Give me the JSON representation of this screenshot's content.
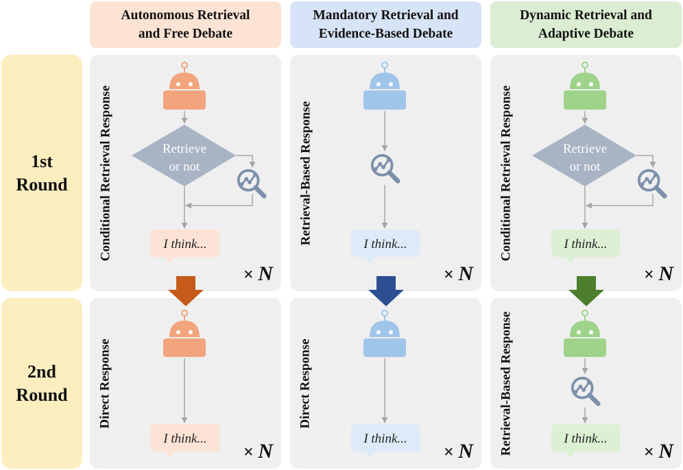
{
  "columns": [
    {
      "title": "Autonomous Retrieval\nand Free Debate",
      "color": "#f2a47c",
      "header_bg": "#fde3d3",
      "bubble_bg": "#fce3d5",
      "arrow_color": "#c55a1a"
    },
    {
      "title": "Mandatory Retrieval and\nEvidence-Based Debate",
      "color": "#9fc5ea",
      "header_bg": "#d7e3f6",
      "bubble_bg": "#ddebf8",
      "arrow_color": "#2d4f91"
    },
    {
      "title": "Dynamic Retrieval and\nAdaptive Debate",
      "color": "#9ed389",
      "header_bg": "#dbedd2",
      "bubble_bg": "#dcf0d3",
      "arrow_color": "#4c7e2c"
    }
  ],
  "rounds": [
    {
      "label": "1st\nRound"
    },
    {
      "label": "2nd\nRound"
    }
  ],
  "panels": {
    "r1c1": {
      "side_label": "Conditional Retrieval Response",
      "decision": [
        "Retrieve",
        "or not"
      ],
      "bubble": "I think...",
      "multiplier_prefix": "×",
      "multiplier_var": "N"
    },
    "r1c2": {
      "side_label": "Retrieval-Based Response",
      "bubble": "I think...",
      "multiplier_prefix": "×",
      "multiplier_var": "N"
    },
    "r1c3": {
      "side_label": "Conditional Retrieval Response",
      "decision": [
        "Retrieve",
        "or not"
      ],
      "bubble": "I think...",
      "multiplier_prefix": "×",
      "multiplier_var": "N"
    },
    "r2c1": {
      "side_label": "Direct Response",
      "bubble": "I think...",
      "multiplier_prefix": "×",
      "multiplier_var": "N"
    },
    "r2c2": {
      "side_label": "Direct Response",
      "bubble": "I think...",
      "multiplier_prefix": "×",
      "multiplier_var": "N"
    },
    "r2c3": {
      "side_label": "Retrieval-Based Response",
      "bubble": "I think...",
      "multiplier_prefix": "×",
      "multiplier_var": "N"
    }
  },
  "colors": {
    "diamond": "#a8b3c4",
    "search_icon": "#7d90ab",
    "flow_arrow": "#a6a6a6",
    "panel_bg": "#efefef"
  },
  "icons": {
    "agent": "robot-icon",
    "retrieval": "search-chart-icon"
  }
}
